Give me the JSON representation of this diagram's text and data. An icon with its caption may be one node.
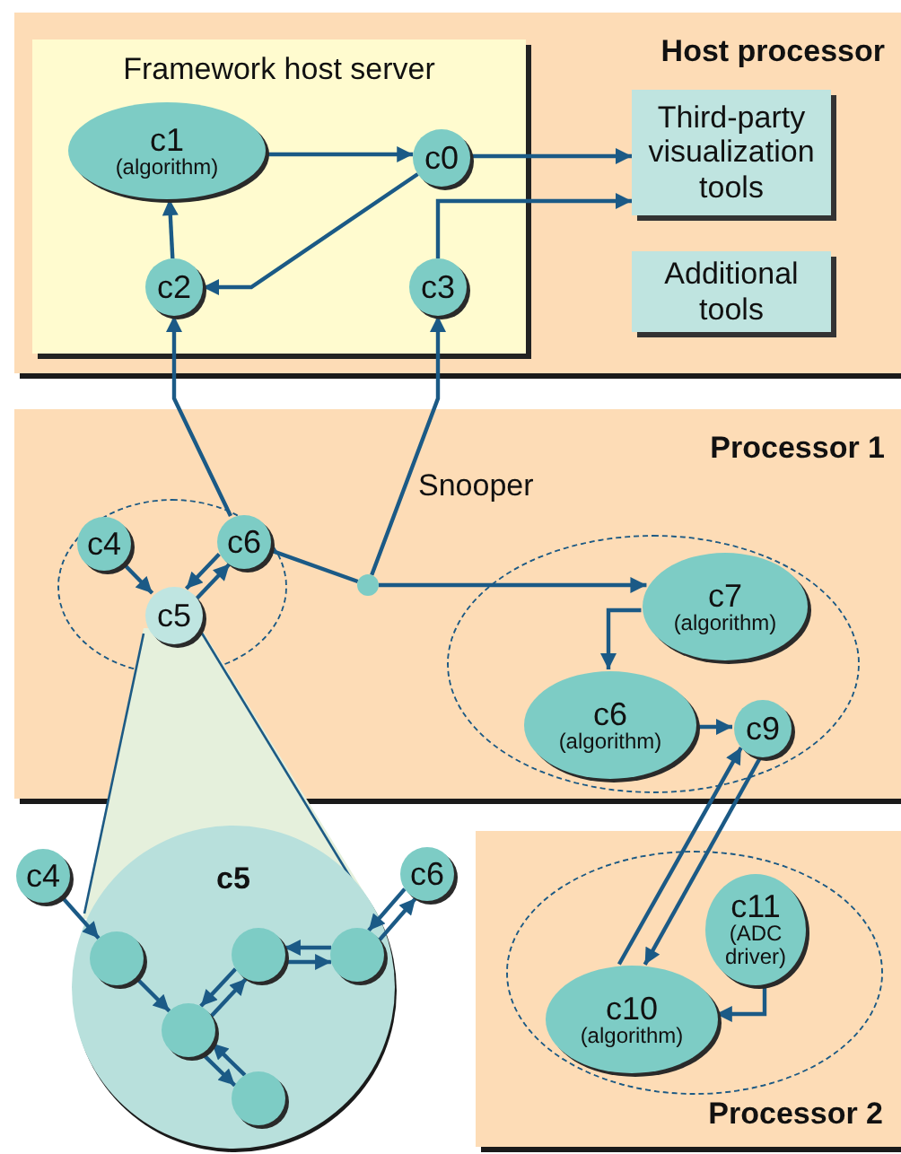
{
  "diagram": {
    "nodes": [
      {
        "text": [
          "Host processor"
        ]
      },
      {
        "text": [
          "Framework host server"
        ],
        "in": 0
      },
      {
        "text": [
          "c1",
          "(algorithm)"
        ],
        "in": 1
      },
      {
        "text": [
          "c0"
        ],
        "in": 1
      },
      {
        "text": [
          "c2"
        ],
        "in": 1
      },
      {
        "text": [
          "c3"
        ],
        "in": 1
      },
      {
        "text": [
          "Third-party visualization tools"
        ],
        "in": 0
      },
      {
        "text": [
          "Additional tools"
        ],
        "in": 0
      },
      {
        "text": [
          "Processor 1"
        ]
      },
      {
        "text": [],
        "shape": "ellipse",
        "in": 8
      },
      {
        "text": [
          "c4"
        ],
        "in": 9
      },
      {
        "text": [
          "c6"
        ],
        "in": 9
      },
      {
        "text": [
          "c5"
        ],
        "in": 9
      },
      {
        "text": [],
        "shape": "circle",
        "beside": [
          "Snooper"
        ],
        "in": 8
      },
      {
        "text": [],
        "shape": "ellipse",
        "in": 8
      },
      {
        "text": [
          "c7",
          "(algorithm)"
        ],
        "in": 14
      },
      {
        "text": [
          "c6",
          "(algorithm)"
        ],
        "in": 14
      },
      {
        "text": [
          "c9"
        ],
        "in": 14
      },
      {
        "text": [
          "c5"
        ]
      },
      {
        "text": [
          "c4"
        ]
      },
      {
        "text": [
          "c6"
        ]
      },
      {
        "text": [],
        "shape": "circle",
        "in": 18
      },
      {
        "text": [],
        "shape": "circle",
        "in": 18
      },
      {
        "text": [],
        "shape": "circle",
        "in": 18
      },
      {
        "text": [],
        "shape": "circle",
        "in": 18
      },
      {
        "text": [],
        "shape": "circle",
        "in": 18
      },
      {
        "text": [
          "Processor 2"
        ]
      },
      {
        "text": [],
        "shape": "ellipse",
        "in": 26
      },
      {
        "text": [
          "c10",
          "(algorithm)"
        ],
        "in": 27
      },
      {
        "text": [
          "c11",
          "(ADC driver)"
        ],
        "in": 27
      }
    ],
    "edges": [
      {
        "from": 2,
        "to": 3,
        "arrow": "to"
      },
      {
        "from": 3,
        "to": 6,
        "arrow": "to"
      },
      {
        "from": 3,
        "to": 4,
        "arrow": "to"
      },
      {
        "from": 4,
        "to": 2,
        "arrow": "to"
      },
      {
        "from": 5,
        "to": 6,
        "arrow": "to"
      },
      {
        "from": 11,
        "to": 4,
        "arrow": "to"
      },
      {
        "from": 13,
        "to": 5,
        "arrow": "to"
      },
      {
        "from": 11,
        "to": 13,
        "arrow": "none"
      },
      {
        "from": 13,
        "to": 15,
        "arrow": "to"
      },
      {
        "from": 10,
        "to": 12,
        "arrow": "to"
      },
      {
        "from": 12,
        "to": 11,
        "arrow": "to"
      },
      {
        "from": 11,
        "to": 12,
        "arrow": "to"
      },
      {
        "from": 15,
        "to": 16,
        "arrow": "to"
      },
      {
        "from": 16,
        "to": 17,
        "arrow": "to"
      },
      {
        "from": 28,
        "to": 17,
        "arrow": "to"
      },
      {
        "from": 17,
        "to": 28,
        "arrow": "to"
      },
      {
        "from": 29,
        "to": 28,
        "arrow": "to"
      },
      {
        "from": 19,
        "to": 21,
        "arrow": "to"
      },
      {
        "from": 21,
        "to": 22,
        "arrow": "to"
      },
      {
        "from": 22,
        "to": 23,
        "arrow": "to"
      },
      {
        "from": 23,
        "to": 22,
        "arrow": "to"
      },
      {
        "from": 23,
        "to": 25,
        "arrow": "to"
      },
      {
        "from": 25,
        "to": 23,
        "arrow": "to"
      },
      {
        "from": 22,
        "to": 24,
        "arrow": "to"
      },
      {
        "from": 24,
        "to": 22,
        "arrow": "to"
      },
      {
        "from": 25,
        "to": 20,
        "arrow": "to"
      },
      {
        "from": 20,
        "to": 25,
        "arrow": "to"
      }
    ]
  }
}
